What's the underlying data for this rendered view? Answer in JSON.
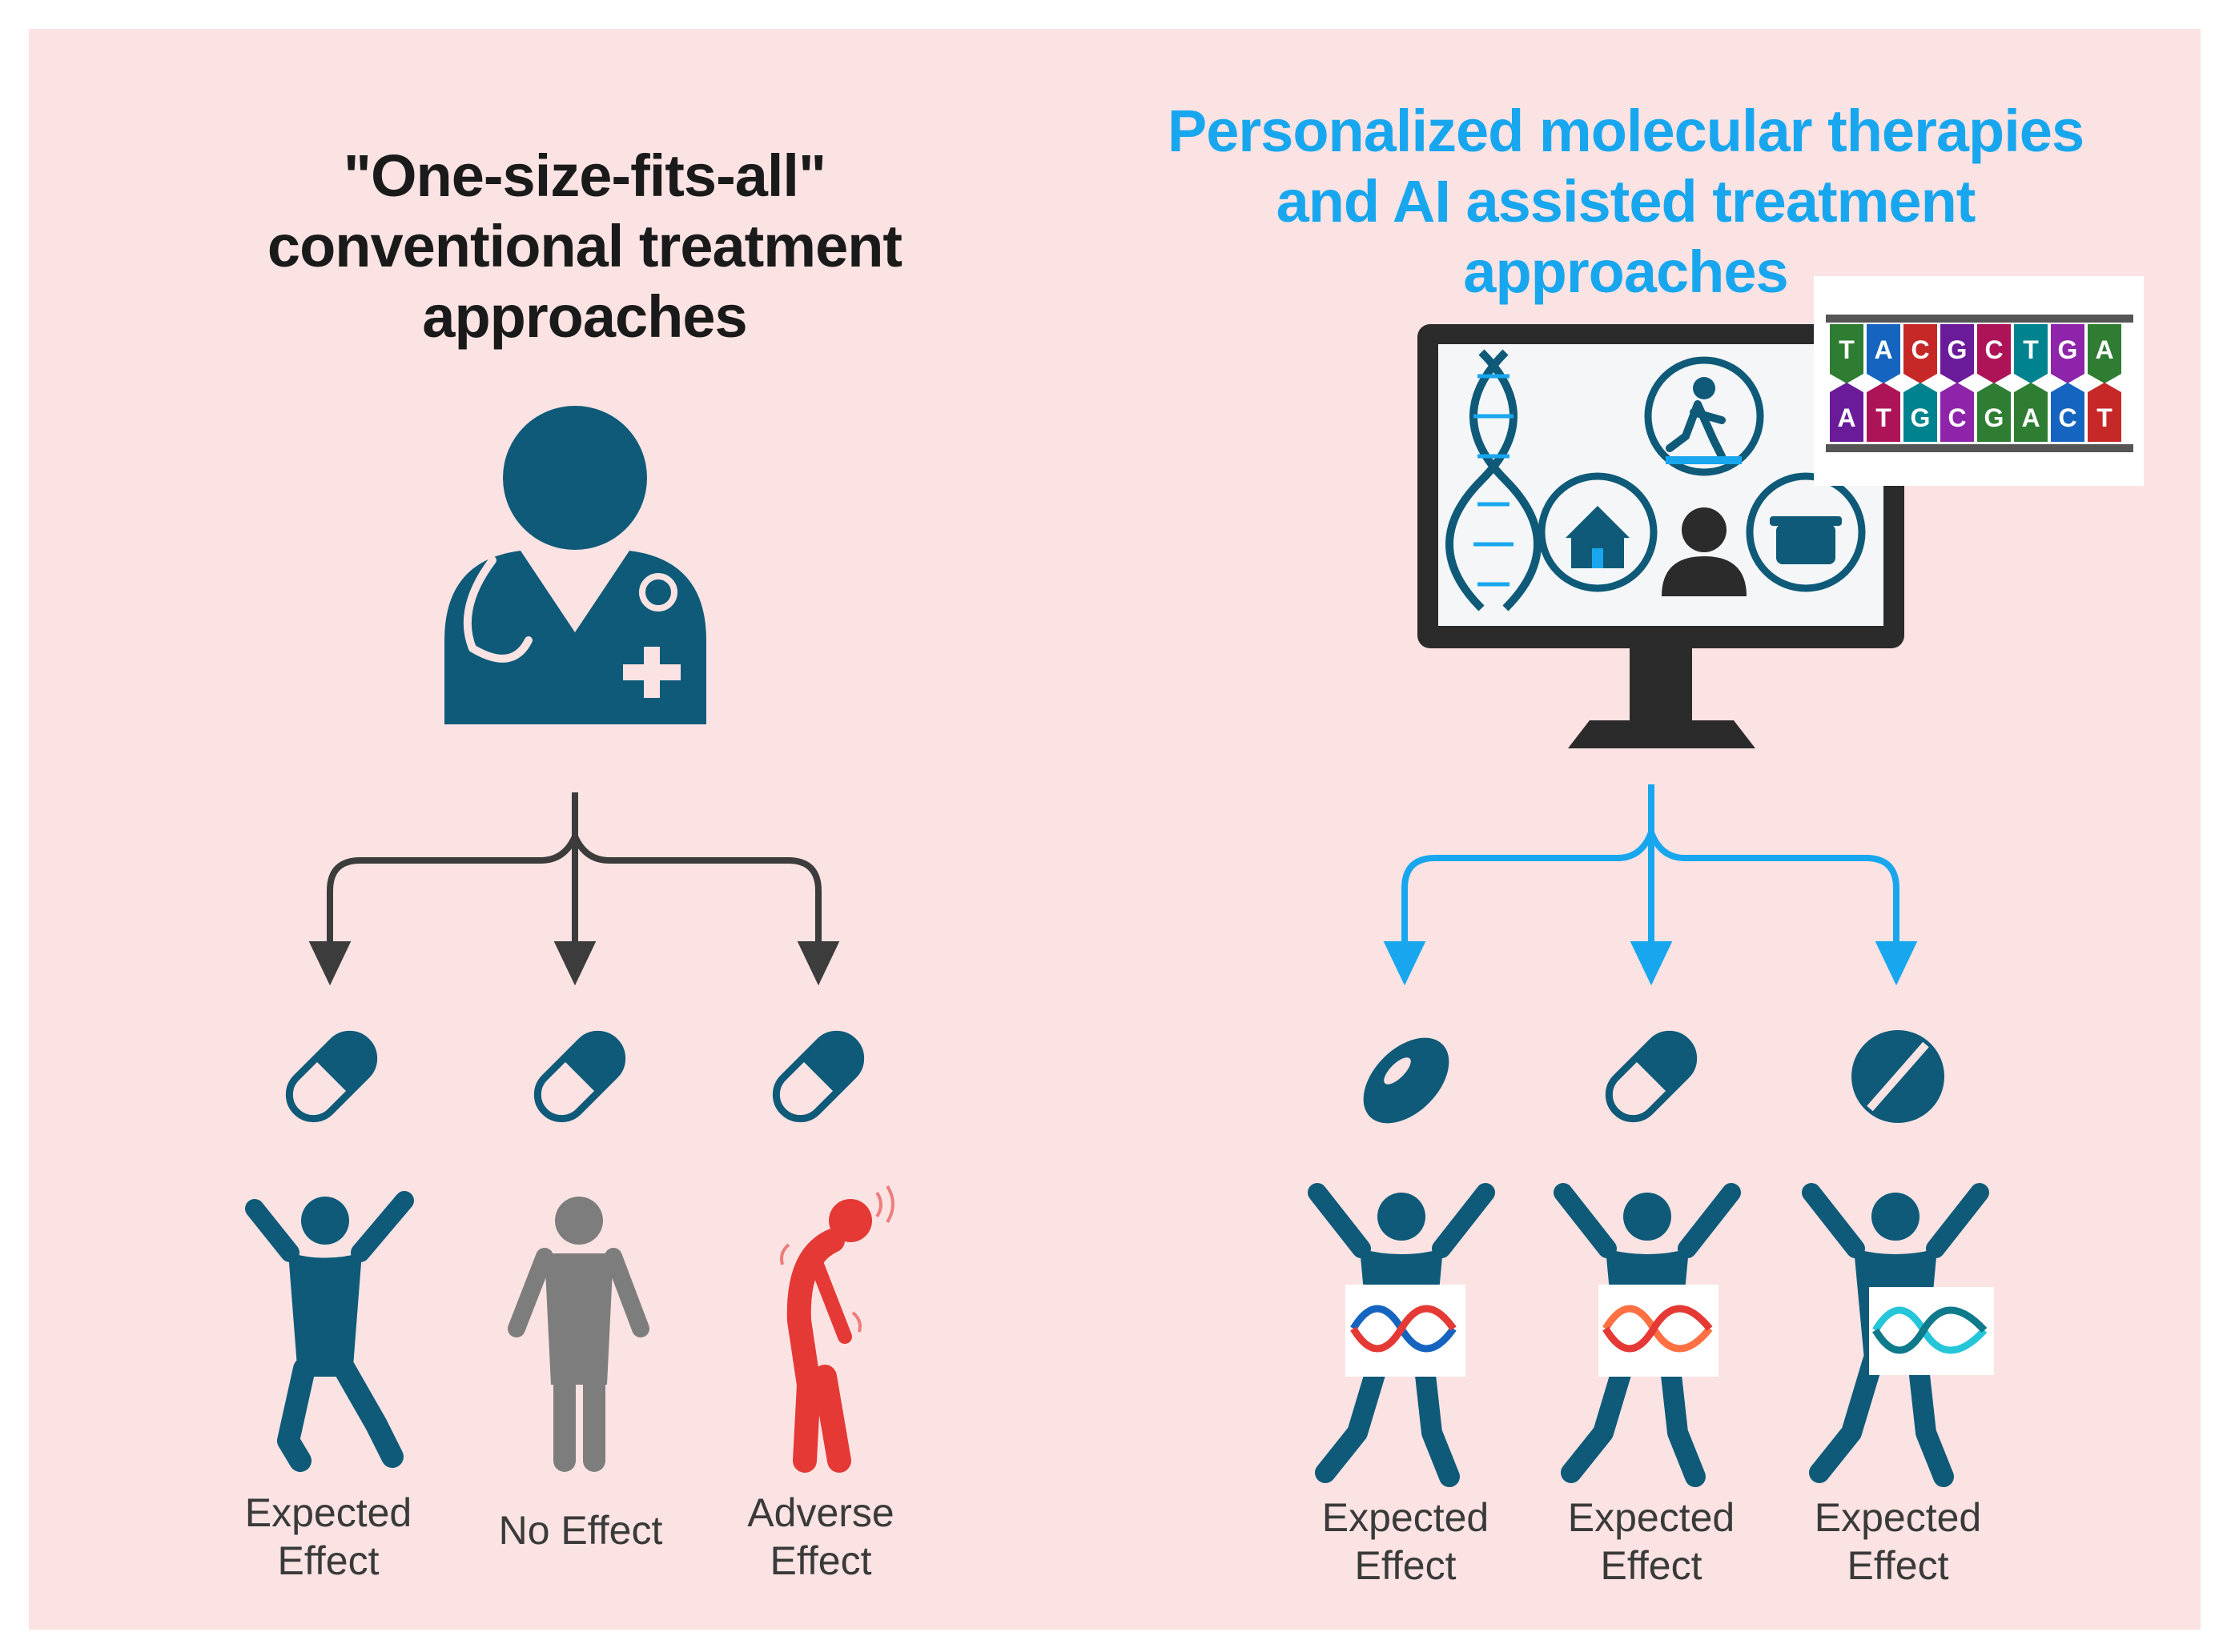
{
  "left_panel": {
    "title_lines": [
      "\"One-size-fits-all\"",
      "conventional treatment",
      "approaches"
    ],
    "outcomes": [
      {
        "lines": [
          "Expected",
          "Effect"
        ]
      },
      {
        "lines": [
          "No Effect"
        ]
      },
      {
        "lines": [
          "Adverse",
          "Effect"
        ]
      }
    ]
  },
  "right_panel": {
    "title_lines": [
      "Personalized molecular therapies",
      "and AI assisted treatment",
      "approaches"
    ],
    "dna_sequence": {
      "top": [
        "T",
        "A",
        "C",
        "G",
        "C",
        "T",
        "G",
        "A"
      ],
      "bottom": [
        "A",
        "T",
        "G",
        "C",
        "G",
        "A",
        "C",
        "T"
      ]
    },
    "outcomes": [
      {
        "lines": [
          "Expected",
          "Effect"
        ]
      },
      {
        "lines": [
          "Expected",
          "Effect"
        ]
      },
      {
        "lines": [
          "Expected",
          "Effect"
        ]
      }
    ]
  },
  "colors": {
    "background": "#fbe3e3",
    "teal": "#0e5a78",
    "blue": "#18a7ee",
    "grey": "#7d7d7d",
    "red": "#e53935",
    "arrow_dark": "#3c3c3c"
  }
}
